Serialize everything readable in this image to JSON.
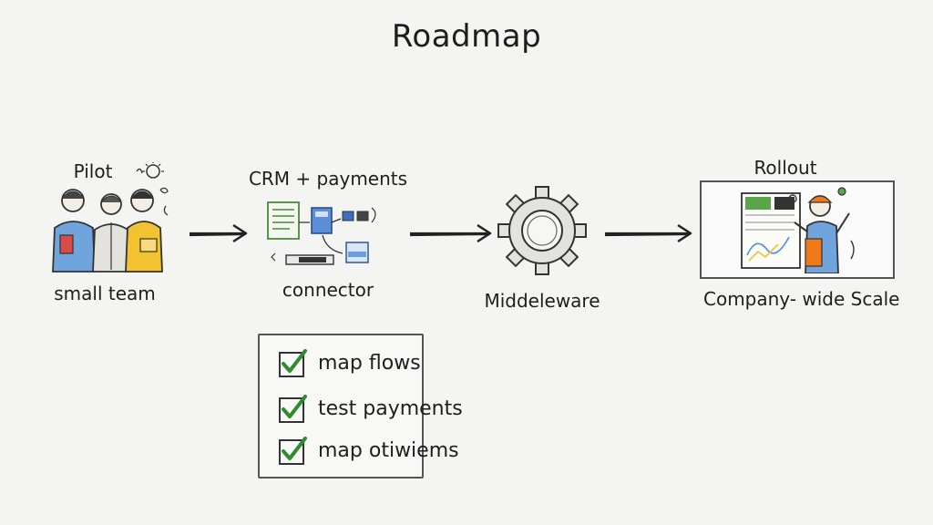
{
  "title": "Roadmap",
  "stages": [
    {
      "label": "Pilot",
      "caption": "small team",
      "icon": "team-people-icon"
    },
    {
      "label": "CRM + payments",
      "caption": "connector",
      "icon": "connector-documents-icon"
    },
    {
      "label": "",
      "caption": "Middeleware",
      "icon": "gear-icon"
    },
    {
      "label": "Rollout",
      "caption": "Company- wide Scale",
      "icon": "presenter-dashboard-icon"
    }
  ],
  "checklist": {
    "items": [
      {
        "label": "map flows",
        "checked": true
      },
      {
        "label": "test payments",
        "checked": true
      },
      {
        "label": "map otiwiems",
        "checked": true
      }
    ]
  },
  "colors": {
    "check": "#2e8b2e",
    "arrow": "#222222",
    "blue": "#4a90d9",
    "yellow": "#f2c230",
    "orange": "#f07a1a",
    "green": "#5aa54a"
  }
}
